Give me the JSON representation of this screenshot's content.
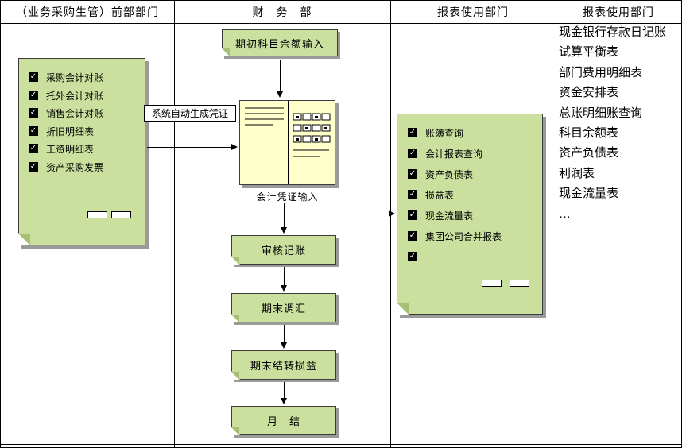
{
  "lanes": [
    {
      "title": "（业务采购生管）前部部门"
    },
    {
      "title": "财　务　部"
    },
    {
      "title": "报表使用部门"
    },
    {
      "title": "报表使用部门"
    }
  ],
  "icons": {
    "check": "✓"
  },
  "front_dept_checklist": {
    "items": [
      "采购会计对账",
      "托外会计对账",
      "销售会计对账",
      "折旧明细表",
      "工资明细表",
      "资产采购发票"
    ]
  },
  "finance": {
    "initial_input": "期初科目余额输入",
    "auto_voucher_note": "系统自动生成凭证",
    "voucher_caption": "会计凭证输入",
    "steps": [
      "审核记账",
      "期末调汇",
      "期末结转损益",
      "月　结"
    ]
  },
  "report_dept_checklist": {
    "items": [
      "账簿查询",
      "会计报表查询",
      "资产负债表",
      "损益表",
      "现金流量表",
      "集团公司合并报表",
      ""
    ]
  },
  "report_list": {
    "items": [
      "现金银行存款日记账",
      "试算平衡表",
      "部门费用明细表",
      "资金安排表",
      "总账明细账查询",
      "科目余额表",
      "资产负债表",
      "利润表",
      "现金流量表",
      "…"
    ]
  },
  "colors": {
    "note_fill": "#cbdf9e",
    "note_border": "#3c3c3c",
    "shadow": "#9a9a9a",
    "voucher_fill": "#ffffcc"
  }
}
